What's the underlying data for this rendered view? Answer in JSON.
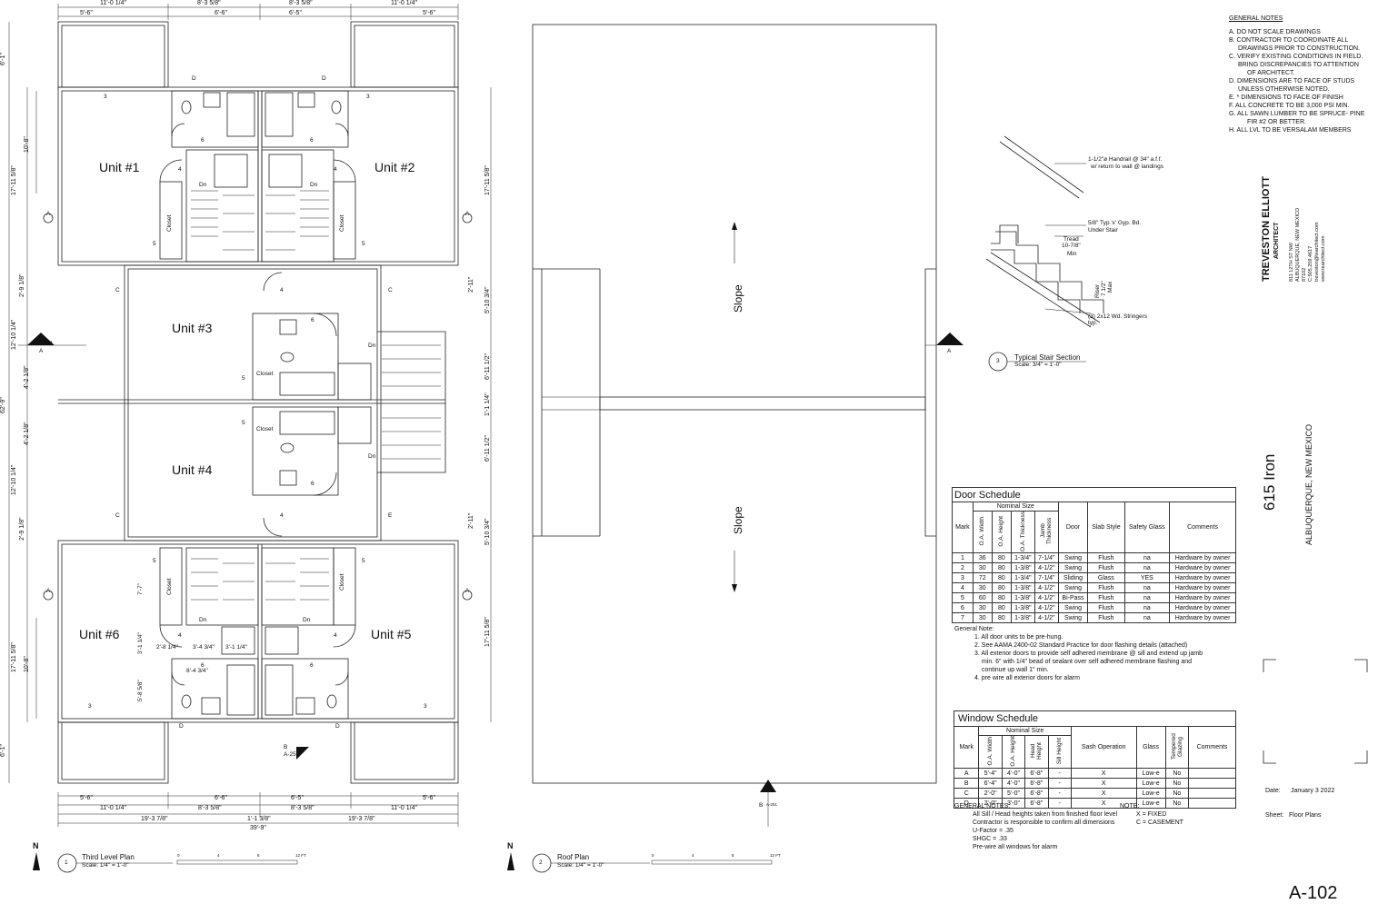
{
  "general_notes": {
    "title": "GENERAL NOTES",
    "items": [
      "A. DO NOT SCALE DRAWINGS",
      "B. CONTRACTOR TO COORDINATE ALL",
      "DRAWINGS PRIOR TO CONSTRUCTION.",
      "C. VERIFY EXISTING CONDITIONS IN FIELD.",
      "BRING DISCREPANCIES TO ATTENTION",
      "OF ARCHITECT.",
      "D. DIMENSIONS ARE TO FACE OF STUDS",
      "UNLESS OTHERWISE NOTED.",
      "E. * DIMENSIONS TO FACE OF FINISH",
      "F. ALL CONCRETE TO BE 3,000 PSI MIN.",
      "G. ALL SAWN LUMBER TO BE SPRUCE- PINE",
      "FIR #2 OR BETTER.",
      "H. ALL LVL TO BE VERSALAM MEMBERS"
    ]
  },
  "architect": {
    "name": "TREVESTON ELLIOTT",
    "role": "ARCHITECT",
    "address1": "811 12TH ST NW",
    "address2": "ALBUQUERQUE, NEW MEXICO",
    "zip": "87102",
    "phone": "C:505.259.4617",
    "email": "treveston@tearchitect.com",
    "web": "www.tearchitect.com"
  },
  "project": {
    "name": "615 Iron",
    "location": "ALBUQUERQUE, NEW MEXICO",
    "date_label": "Date:",
    "date": "January 3 2022",
    "sheet_label": "Sheet:",
    "sheet": "Floor Plans",
    "sheet_number": "A-102"
  },
  "stair_detail": {
    "handrail": "1-1/2\"ø Handrail @ 34\" a.f.f.",
    "handrail2": "w/ return to wall @ landings",
    "gyp1": "5/8\" Typ.'x' Gyp. Bd.",
    "gyp2": "Under Stair",
    "tread1": "Tread",
    "tread2": "10-7/8\"",
    "tread3": "Min",
    "riser1": "Riser",
    "riser2": "7 1/2\"",
    "riser3": "Max",
    "stringers1": "(3) 2x12 Wd. Stringers",
    "stringers2": "typ.",
    "num": "3",
    "title": "Typical Stair Section",
    "scale": "Scale: 3/4\" = 1'-0\""
  },
  "plan1": {
    "num": "1",
    "title": "Third Level Plan",
    "scale": "Scale: 1/4\" = 1'-0\"",
    "bar": [
      "0",
      "4",
      "8",
      "12 FT"
    ],
    "units": [
      "Unit #1",
      "Unit #2",
      "Unit #3",
      "Unit #4",
      "Unit #6",
      "Unit #5"
    ],
    "closet": "Closet",
    "dn": "Dn",
    "north": "N",
    "dims_top": [
      "11'-0 1/4\"",
      "8'-3 5/8\"",
      "8'-3 5/8\"",
      "11'-0 1/4\""
    ],
    "dims_top2": [
      "5'-6\"",
      "6'-6\"",
      "6'-5\"",
      "5'-6\""
    ],
    "dims_bottom": [
      "5'-6\"",
      "6'-6\"",
      "6'-5\"",
      "5'-6\""
    ],
    "dims_bottom2": [
      "11'-0 1/4\"",
      "8'-3 5/8\"",
      "8'-3 5/8\"",
      "11'-0 1/4\""
    ],
    "dims_bottom3": [
      "19'-3 7/8\"",
      "1'-1 3/8\"",
      "19'-3 7/8\""
    ],
    "dims_total": "39'-9\"",
    "dims_left": [
      "6'-1\"",
      "17'-11 5/8\"",
      "2'-9 1/8\"",
      "12'-10 1/4\"",
      "4'-2 1/8\"",
      "62'-9\"",
      "4'-2 1/8\"",
      "12'-10 1/4\"",
      "2'-9 1/8\"",
      "17'-11 5/8\"",
      "6'-1\""
    ],
    "dims_left2": [
      "10'-8\"",
      "10'-8\""
    ],
    "dims_right": [
      "17'-11 5/8\"",
      "2'-11\"",
      "5'-10 3/4\"",
      "6'-11 1/2\"",
      "1'-1 1/4\"",
      "6'-11 1/2\"",
      "2'-11\"",
      "5'-10 3/4\"",
      "17'-11 5/8\""
    ],
    "dims_inner": [
      "7'-7\"",
      "3'-1 1/4\"",
      "2'-8 1/4\"",
      "3'-4 3/4\"",
      "3'-1 1/4\"",
      "8'-4 3/4\"",
      "5'-8 5/8\""
    ],
    "tags": [
      "3",
      "D",
      "D",
      "3",
      "6",
      "6",
      "4",
      "4",
      "5",
      "5",
      "A",
      "A",
      "C",
      "4",
      "6",
      "5",
      "C",
      "A-251",
      "A",
      "5",
      "C",
      "4",
      "6",
      "E",
      "5",
      "5",
      "A",
      "A",
      "4",
      "4",
      "6",
      "6",
      "3",
      "3",
      "D",
      "D",
      "B",
      "A-251"
    ]
  },
  "plan2": {
    "num": "2",
    "title": "Roof Plan",
    "scale": "Scale: 1/4\" = 1'-0\"",
    "bar": [
      "0",
      "4",
      "8",
      "12 FT"
    ],
    "slope": "Slope",
    "north": "N",
    "tags": [
      "A-251",
      "A",
      "A-251",
      "A",
      "B",
      "A-251"
    ]
  },
  "door_schedule": {
    "title": "Door Schedule",
    "nominal": "Nominal Size",
    "headers": [
      "Mark",
      "O.A. Width",
      "O.A. Height",
      "O.A. Thickness",
      "Jamb Thickness",
      "Door",
      "Slab Style",
      "Safety Glass",
      "Comments"
    ],
    "rows": [
      [
        "1",
        "36",
        "80",
        "1-3/4\"",
        "7-1/4\"",
        "Swing",
        "Flush",
        "na",
        "Hardware by owner"
      ],
      [
        "2",
        "30",
        "80",
        "1-3/8\"",
        "4-1/2\"",
        "Swing",
        "Flush",
        "na",
        "Hardware by owner"
      ],
      [
        "3",
        "72",
        "80",
        "1-3/4\"",
        "7-1/4\"",
        "Sliding",
        "Glass",
        "YES",
        "Hardware by owner"
      ],
      [
        "4",
        "30",
        "80",
        "1-3/8\"",
        "4-1/2\"",
        "Swing",
        "Flush",
        "na",
        "Hardware by owner"
      ],
      [
        "5",
        "60",
        "80",
        "1-3/8\"",
        "4-1/2\"",
        "Bi-Pass",
        "Flush",
        "na",
        "Hardware by owner"
      ],
      [
        "6",
        "30",
        "80",
        "1-3/8\"",
        "4-1/2\"",
        "Swing",
        "Flush",
        "na",
        "Hardware by owner"
      ],
      [
        "7",
        "30",
        "80",
        "1-3/8\"",
        "4-1/2\"",
        "Swing",
        "Flush",
        "na",
        "Hardware by owner"
      ]
    ],
    "notes": [
      "General Note:",
      "1. All door units to be pre-hung.",
      "2. See AAMA 2400-02 Standard Practice for door flashing details (attached)",
      "3. All exterior doors to provide self adhered membrane @ sill and extend up jamb",
      "min. 6\" with 1/4\" bead of sealant over self adhered membrane flashing and",
      "continue up wall 1\" min.",
      "4. pre wire all exterior doors for alarm"
    ]
  },
  "window_schedule": {
    "title": "Window Schedule",
    "nominal": "Nominal Size",
    "headers": [
      "Mark",
      "O.A. Width",
      "O.A. Height",
      "Head Height",
      "Sill Height",
      "Sash Operation",
      "Glass",
      "Tempered Glazing",
      "Comments"
    ],
    "rows": [
      [
        "A",
        "5'-4\"",
        "4'-0\"",
        "6'-8\"",
        "-",
        "X",
        "Low-e",
        "No",
        ""
      ],
      [
        "B",
        "6'-4\"",
        "4'-0\"",
        "6'-8\"",
        "-",
        "X",
        "Low-e",
        "No",
        ""
      ],
      [
        "C",
        "2'-0\"",
        "5'-0\"",
        "6'-8\"",
        "-",
        "X",
        "Low-e",
        "No",
        ""
      ],
      [
        "D",
        "2'-0\"",
        "3'-0\"",
        "6'-8\"",
        "-",
        "X",
        "Low-e",
        "No",
        ""
      ]
    ],
    "notes_title": "GENERAL NOTES:",
    "notes": [
      "All Sill / Head heights taken from finished floor level",
      "Contractor is responsible to confirm all dimensions",
      "U-Factor = .35",
      "SHGC = .33",
      "Pre-wire all windows for alarm"
    ],
    "note_title": "NOTE:",
    "legend": [
      "X    = FIXED",
      "C    = CASEMENT"
    ]
  }
}
